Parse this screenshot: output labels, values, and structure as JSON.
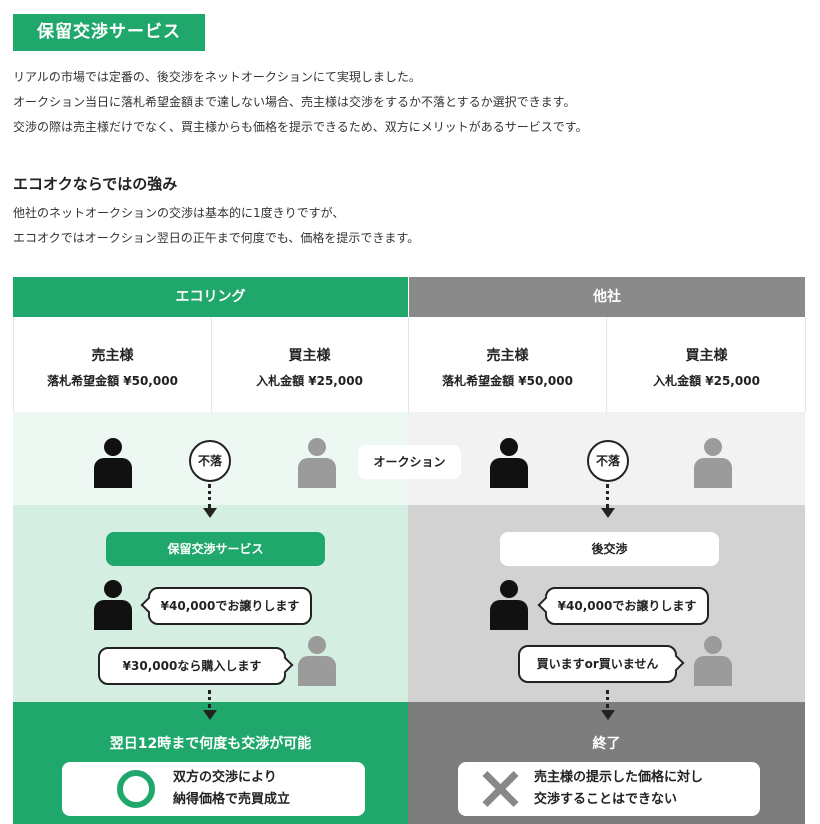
{
  "header": {
    "title": "保留交渉サービス"
  },
  "intro": {
    "lines": [
      "リアルの市場では定番の、後交渉をネットオークションにて実現しました。",
      "オークション当日に落札希望金額まで達しない場合、売主様は交渉をするか不落とするか選択できます。",
      "交渉の際は売主様だけでなく、買主様からも価格を提示できるため、双方にメリットがあるサービスです。"
    ]
  },
  "strength": {
    "heading": "エコオクならではの強み",
    "lines": [
      "他社のネットオークションの交渉は基本的に1度きりですが、",
      "エコオクではオークション翌日の正午まで何度でも、価格を提示できます。"
    ]
  },
  "comparison": {
    "auction_label": "オークション",
    "colors": {
      "eco_green": "#20a86c",
      "other_gray": "#8a8a8a"
    },
    "eco": {
      "column_title": "エコリング",
      "seller": {
        "role": "売主様",
        "amount": "落札希望金額 ¥50,000"
      },
      "buyer": {
        "role": "買主様",
        "amount": "入札金額 ¥25,000"
      },
      "unsold_label": "不落",
      "step_label": "保留交渉サービス",
      "seller_message": "¥40,000でお譲りします",
      "buyer_message": "¥30,000なら購入します",
      "result_title": "翌日12時まで何度も交渉が可能",
      "result_line1": "双方の交渉により",
      "result_line2": "納得価格で売買成立",
      "result_icon": "circle-ok-icon"
    },
    "other": {
      "column_title": "他社",
      "seller": {
        "role": "売主様",
        "amount": "落札希望金額 ¥50,000"
      },
      "buyer": {
        "role": "買主様",
        "amount": "入札金額 ¥25,000"
      },
      "unsold_label": "不落",
      "step_label": "後交渉",
      "seller_message": "¥40,000でお譲りします",
      "buyer_message": "買いますor買いません",
      "result_title": "終了",
      "result_line1": "売主様の提示した価格に対し",
      "result_line2": "交渉することはできない",
      "result_icon": "cross-ng-icon"
    }
  }
}
